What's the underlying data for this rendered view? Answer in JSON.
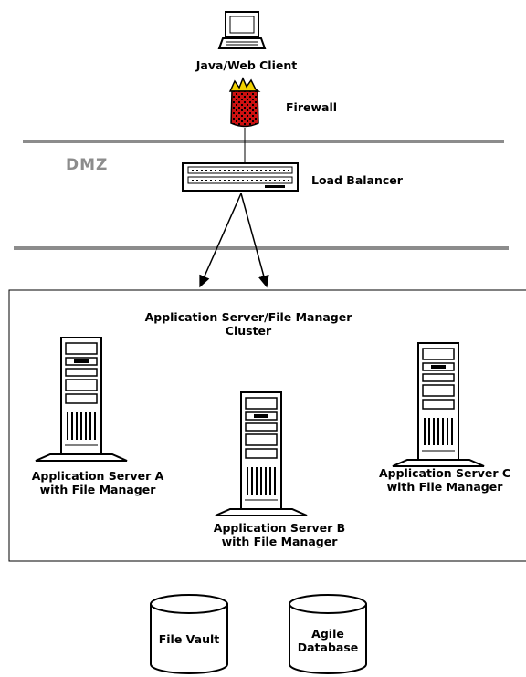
{
  "nodes": {
    "client": {
      "label": "Java/Web Client"
    },
    "firewall": {
      "label": "Firewall"
    },
    "dmz": {
      "label": "DMZ"
    },
    "load_balancer": {
      "label": "Load Balancer"
    },
    "cluster": {
      "line1": "Application Server/File Manager",
      "line2": "Cluster"
    },
    "server_a": {
      "line1": "Application Server A",
      "line2": "with File Manager"
    },
    "server_b": {
      "line1": "Application Server B",
      "line2": "with File Manager"
    },
    "server_c": {
      "line1": "Application Server C",
      "line2": "with File Manager"
    },
    "file_vault": {
      "label": "File Vault"
    },
    "agile_db": {
      "line1": "Agile",
      "line2": "Database"
    }
  },
  "colors": {
    "ink": "#000000",
    "zone_line": "#8c8c8c",
    "dmz_text": "#8c8c8c",
    "firewall_red": "#cc1111",
    "firewall_yellow": "#f0d000"
  }
}
